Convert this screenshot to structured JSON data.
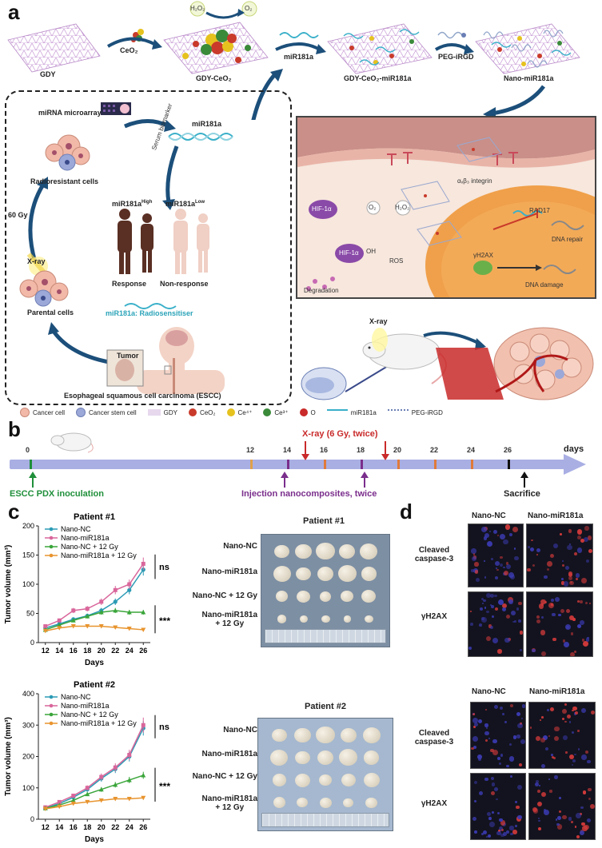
{
  "panel_a": {
    "letter": "a",
    "synthesis": {
      "gdy": "GDY",
      "ceo2": "CeO₂",
      "gdy_ceo2": "GDY-CeO₂",
      "h2o2": "H₂O₂",
      "o2": "O₂",
      "mir": "miR181a",
      "gdy_ceo2_mir": "GDY-CeO₂-miR181a",
      "peg": "PEG-iRGD",
      "nano": "Nano-miR181a"
    },
    "cycle": {
      "microarray": "miRNA microarray",
      "mir": "miR181a",
      "serum": "Serum biomarker",
      "radioresistant": "Radioresistant cells",
      "gy60": "60 Gy",
      "xray": "X-ray",
      "parental": "Parental cells",
      "high": "miR181a",
      "high_sup": "High",
      "low": "miR181a",
      "low_sup": "Low",
      "response": "Response",
      "nonresponse": "Non-response",
      "radiosens": "miR181a: Radiosensitiser",
      "tumor": "Tumor",
      "escc": "Esophageal squamous cell carcinoma (ESCC)"
    },
    "inset": {
      "integrin": "αᵥβ₃ integrin",
      "hif": "HIF-1α",
      "hif2": "HIF-1α",
      "oh": "OH",
      "o2": "O₂",
      "h2o2": "H₂O₂",
      "ros": "ROS",
      "degradation": "Degradation",
      "rad17": "RAD17",
      "dna_repair": "DNA repair",
      "gh2ax": "γH2AX",
      "dna_damage": "DNA damage"
    },
    "xray": "X-ray",
    "legend": {
      "cancer_cell": "Cancer cell",
      "stem_cell": "Cancer stem cell",
      "gdy": "GDY",
      "ceo2": "CeO₂",
      "ce4": "Ce⁴⁺",
      "ce3": "Ce³⁺",
      "o": "O",
      "mir": "miR181a",
      "peg": "PEG-iRGD"
    }
  },
  "panel_b": {
    "letter": "b",
    "days_label": "days",
    "ticks": [
      {
        "day": "0",
        "color": "#1f8f3a"
      },
      {
        "day": "12",
        "color": "#e0a04a"
      },
      {
        "day": "14",
        "color": "#7a2e8c"
      },
      {
        "day": "16",
        "color": "#e07a3a"
      },
      {
        "day": "18",
        "color": "#7a2e8c"
      },
      {
        "day": "20",
        "color": "#e07a3a"
      },
      {
        "day": "22",
        "color": "#e07a3a"
      },
      {
        "day": "24",
        "color": "#e07a3a"
      },
      {
        "day": "26",
        "color": "#111111"
      }
    ],
    "xray": "X-ray (6 Gy, twice)",
    "escc": "ESCC PDX inoculation",
    "injection": "Injection nanocomposites, twice",
    "sacrifice": "Sacrifice"
  },
  "panel_c": {
    "letter": "c",
    "photo1": {
      "title": "Patient  #1",
      "rows": [
        "Nano-NC",
        "Nano-miR181a",
        "Nano-NC + 12 Gy",
        "Nano-miR181a\n+ 12 Gy"
      ]
    },
    "photo2": {
      "title": "Patient  #2",
      "rows": [
        "Nano-NC",
        "Nano-miR181a",
        "Nano-NC + 12 Gy",
        "Nano-miR181a\n+ 12 Gy"
      ]
    }
  },
  "panel_d": {
    "letter": "d",
    "cols": [
      "Nano-NC",
      "Nano-miR181a"
    ],
    "row1": "Cleaved\ncaspase-3",
    "row2": "γH2AX"
  },
  "chart_data": [
    {
      "type": "line",
      "title": "Patient  #1",
      "xlabel": "Days",
      "ylabel": "Tumor volume (mm³)",
      "x": [
        12,
        14,
        16,
        18,
        20,
        22,
        24,
        26
      ],
      "ylim": [
        0,
        200
      ],
      "yticks": [
        0,
        50,
        100,
        150,
        200
      ],
      "series": [
        {
          "name": "Nano-NC",
          "color": "#2b9bb5",
          "marker": "circle",
          "values": [
            25,
            32,
            40,
            46,
            55,
            70,
            90,
            125
          ]
        },
        {
          "name": "Nano-miR181a",
          "color": "#d9669b",
          "marker": "square",
          "values": [
            28,
            38,
            55,
            58,
            70,
            90,
            100,
            135
          ]
        },
        {
          "name": "Nano-NC + 12 Gy",
          "color": "#3aa53a",
          "marker": "triangle",
          "values": [
            22,
            30,
            38,
            45,
            52,
            55,
            52,
            52
          ]
        },
        {
          "name": "Nano-miR181a + 12 Gy",
          "color": "#e8942e",
          "marker": "triangle-down",
          "values": [
            20,
            25,
            28,
            28,
            28,
            26,
            24,
            22
          ]
        }
      ],
      "annotations": [
        "ns",
        "***"
      ]
    },
    {
      "type": "line",
      "title": "Patient  #2",
      "xlabel": "Days",
      "ylabel": "Tumor volume (mm³)",
      "x": [
        12,
        14,
        16,
        18,
        20,
        22,
        24,
        26
      ],
      "ylim": [
        0,
        400
      ],
      "yticks": [
        0,
        100,
        200,
        300,
        400
      ],
      "series": [
        {
          "name": "Nano-NC",
          "color": "#2b9bb5",
          "marker": "circle",
          "values": [
            35,
            50,
            70,
            95,
            130,
            160,
            200,
            290
          ]
        },
        {
          "name": "Nano-miR181a",
          "color": "#d9669b",
          "marker": "square",
          "values": [
            38,
            55,
            75,
            100,
            135,
            165,
            205,
            300
          ]
        },
        {
          "name": "Nano-NC + 12 Gy",
          "color": "#3aa53a",
          "marker": "triangle",
          "values": [
            35,
            45,
            60,
            80,
            95,
            110,
            125,
            140
          ]
        },
        {
          "name": "Nano-miR181a + 12 Gy",
          "color": "#e8942e",
          "marker": "triangle-down",
          "values": [
            33,
            40,
            50,
            55,
            60,
            65,
            65,
            68
          ]
        }
      ],
      "annotations": [
        "ns",
        "***"
      ]
    }
  ]
}
